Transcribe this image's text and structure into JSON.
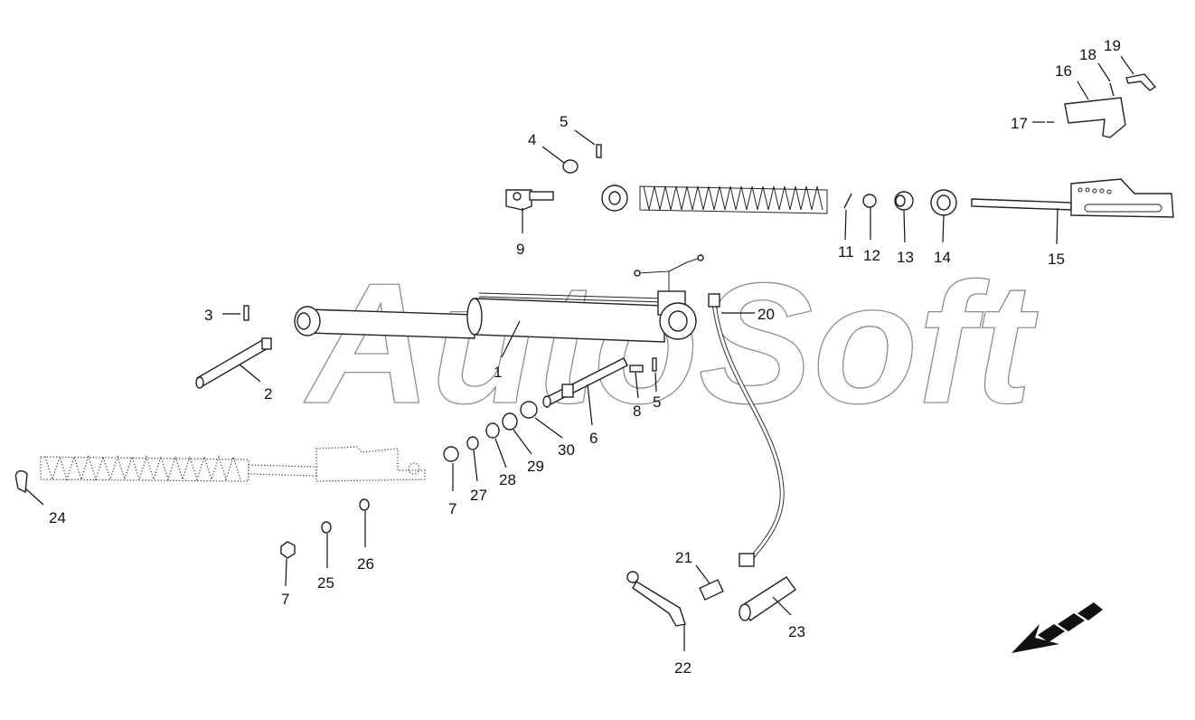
{
  "watermark": "AutoSoft",
  "callouts": [
    {
      "id": "c1",
      "label": "1"
    },
    {
      "id": "c2",
      "label": "2"
    },
    {
      "id": "c3",
      "label": "3"
    },
    {
      "id": "c4",
      "label": "4"
    },
    {
      "id": "c5a",
      "label": "5"
    },
    {
      "id": "c5b",
      "label": "5"
    },
    {
      "id": "c6",
      "label": "6"
    },
    {
      "id": "c7a",
      "label": "7"
    },
    {
      "id": "c7b",
      "label": "7"
    },
    {
      "id": "c8",
      "label": "8"
    },
    {
      "id": "c9",
      "label": "9"
    },
    {
      "id": "c11",
      "label": "11"
    },
    {
      "id": "c12",
      "label": "12"
    },
    {
      "id": "c13",
      "label": "13"
    },
    {
      "id": "c14",
      "label": "14"
    },
    {
      "id": "c15",
      "label": "15"
    },
    {
      "id": "c16",
      "label": "16"
    },
    {
      "id": "c17",
      "label": "17"
    },
    {
      "id": "c18",
      "label": "18"
    },
    {
      "id": "c19",
      "label": "19"
    },
    {
      "id": "c20",
      "label": "20"
    },
    {
      "id": "c21",
      "label": "21"
    },
    {
      "id": "c22",
      "label": "22"
    },
    {
      "id": "c23",
      "label": "23"
    },
    {
      "id": "c24",
      "label": "24"
    },
    {
      "id": "c25",
      "label": "25"
    },
    {
      "id": "c26",
      "label": "26"
    },
    {
      "id": "c27",
      "label": "27"
    },
    {
      "id": "c28",
      "label": "28"
    },
    {
      "id": "c29",
      "label": "29"
    },
    {
      "id": "c30",
      "label": "30"
    }
  ]
}
